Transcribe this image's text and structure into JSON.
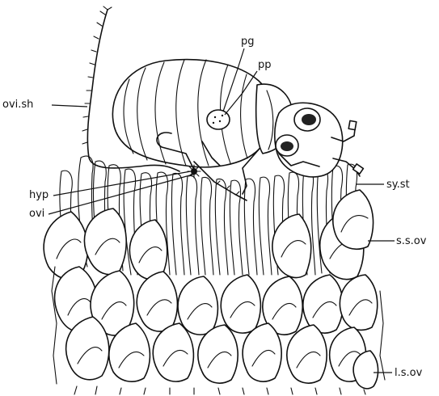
{
  "labels": {
    "pg": "pg",
    "pp": "pp",
    "ovi_sh": "ovi.sh",
    "hyp": "hyp",
    "ovi": "ovi",
    "sy_st": "sy.st",
    "ss_ov": "s.s.ov",
    "ls_ov": "l.s.ov"
  }
}
